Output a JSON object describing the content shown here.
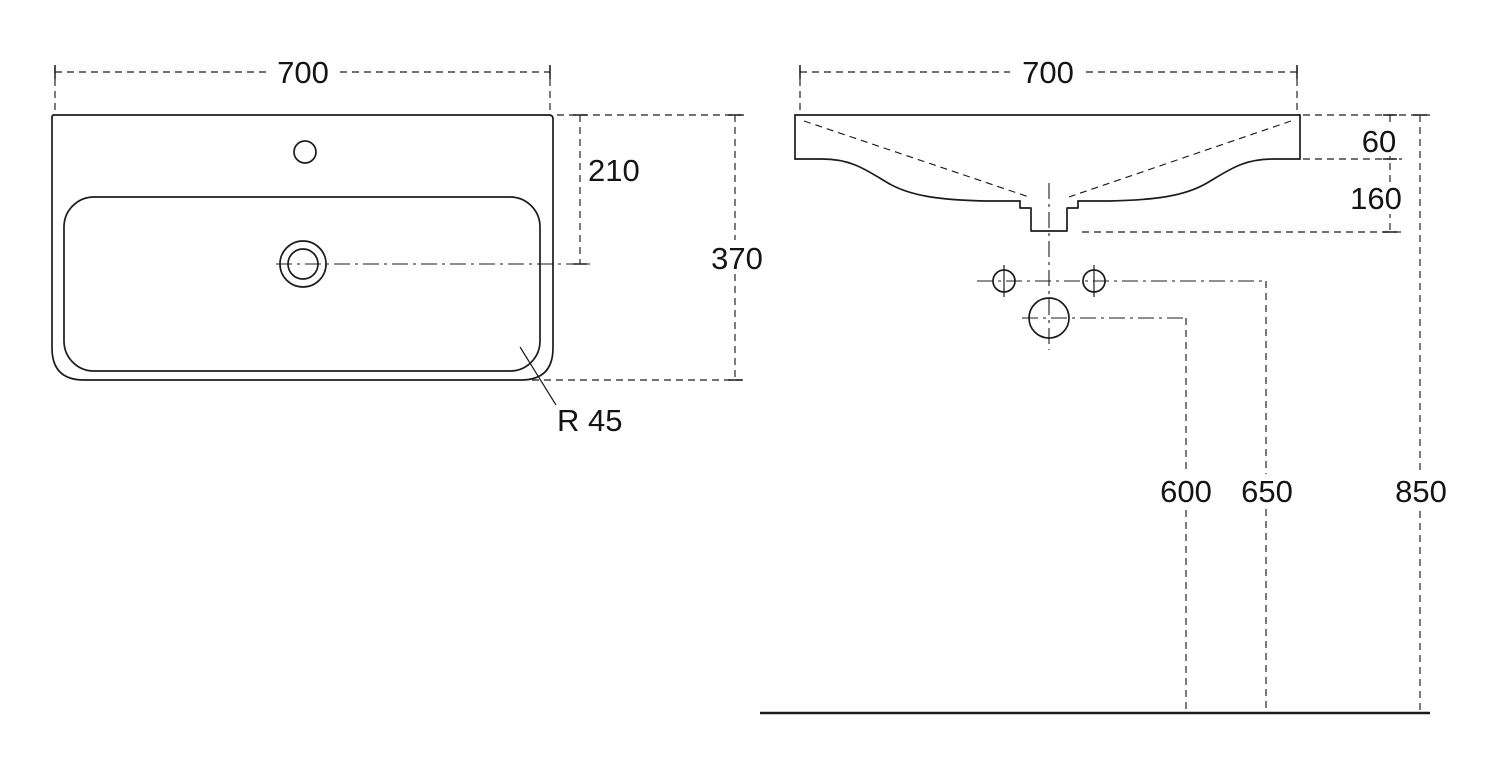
{
  "drawing": {
    "title": "washbasin-technical-drawing",
    "colors": {
      "line": "#1c1c1c",
      "background": "#ffffff"
    },
    "left_view": {
      "width": "700",
      "drain_center": "210",
      "depth": "370",
      "corner_radius": "R 45"
    },
    "right_view": {
      "width": "700",
      "rim_height": "60",
      "outlet_depth": "160",
      "height_600": "600",
      "height_650": "650",
      "height_850": "850"
    }
  }
}
